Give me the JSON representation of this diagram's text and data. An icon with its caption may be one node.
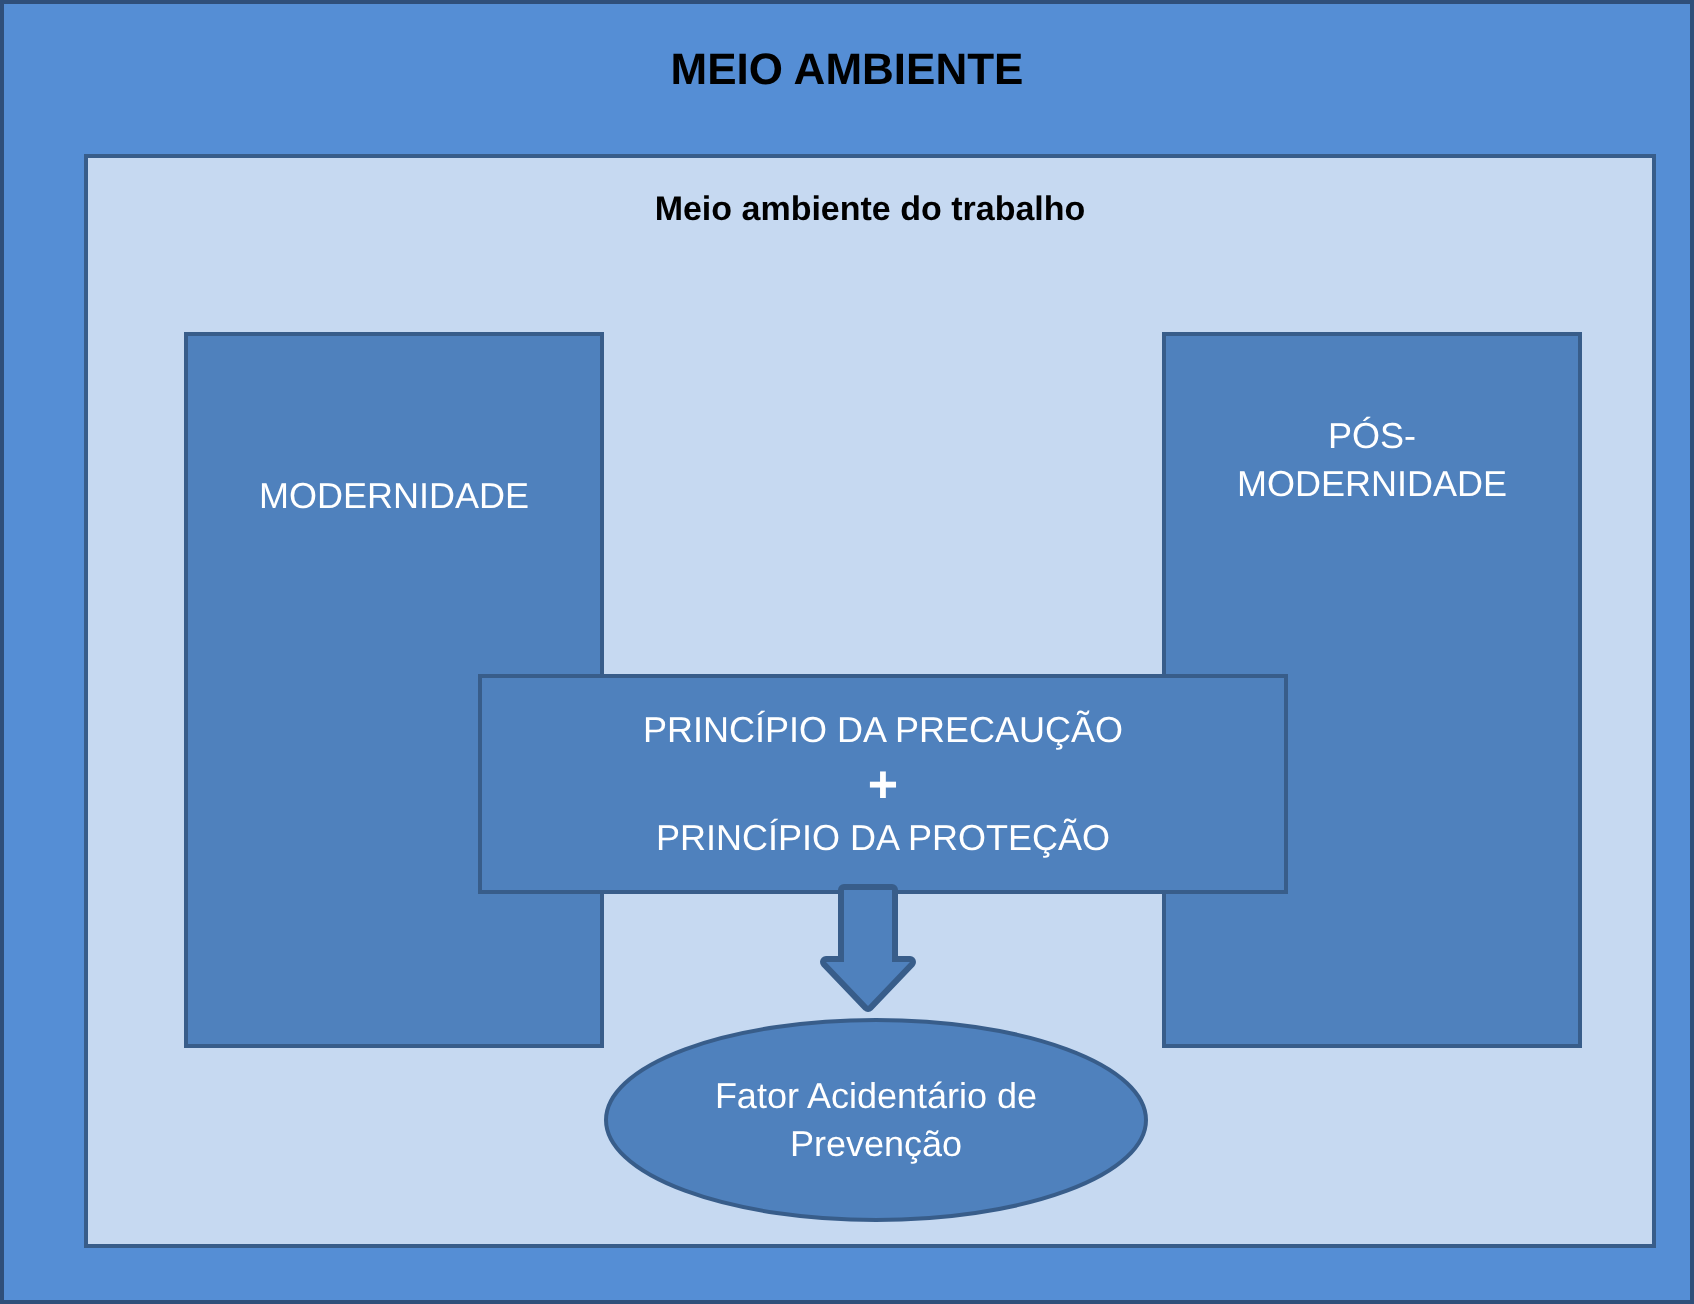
{
  "diagram": {
    "nodes": [
      {
        "text": [
          "MEIO AMBIENTE"
        ]
      },
      {
        "text": [
          "Meio ambiente do trabalho"
        ],
        "in": 0
      },
      {
        "text": [
          "MODERNIDADE"
        ],
        "in": 1
      },
      {
        "text": [
          "PÓS-MODERNIDADE"
        ],
        "in": 1
      },
      {
        "text": [
          "PRINCÍPIO DA PRECAUÇÃO",
          "+",
          "PRINCÍPIO DA PROTEÇÃO"
        ],
        "in": 1
      },
      {
        "text": [
          "Fator Acidentário de Prevenção"
        ],
        "in": 1
      }
    ],
    "edges": [
      {
        "from": 4,
        "to": 5,
        "arrow": "to",
        "style": "thick"
      }
    ]
  }
}
